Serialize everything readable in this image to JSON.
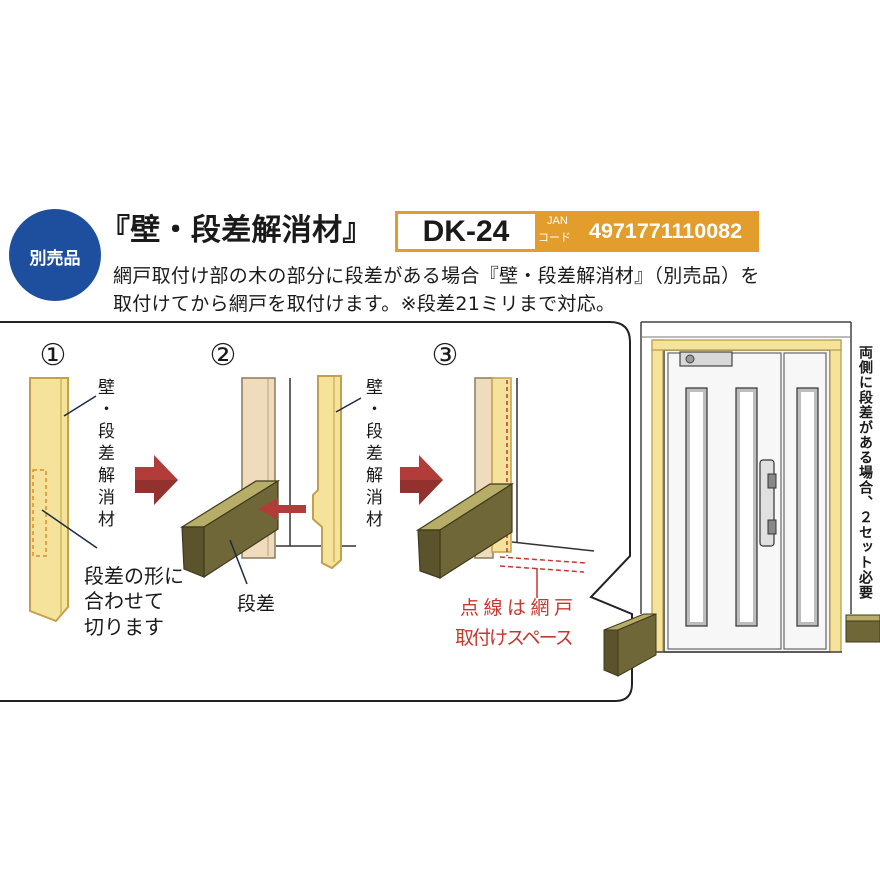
{
  "badge": {
    "label": "別売品"
  },
  "title": "『壁・段差解消材』",
  "product_code": {
    "model": "DK-24",
    "jan_label": "JAN",
    "code_label": "コード",
    "jan_code": "4971771110082"
  },
  "description": {
    "line1": "網戸取付け部の木の部分に段差がある場合『壁・段差解消材』（別売品）を",
    "line2": "取付けてから網戸を取付けます。※段差21ミリまで対応。"
  },
  "steps": [
    {
      "number": "①",
      "part_label": "壁・段差解消材",
      "note": [
        "段差の形に",
        "合わせて",
        "切ります"
      ]
    },
    {
      "number": "②",
      "part_label": "壁・段差解消材",
      "step_label": "段差"
    },
    {
      "number": "③",
      "note": [
        "点線は網戸",
        "取付けスペース"
      ]
    }
  ],
  "door_note": "両側に段差がある場合、２セット必要",
  "colors": {
    "badge_blue": "#1e4f9f",
    "accent_orange": "#e39d2c",
    "board_yellow": "#f6e39b",
    "post_tan": "#efdcbc",
    "step_olive": "#6f6737",
    "step_olive_light": "#b7ac68",
    "arrow_red": "#b23c39",
    "note_red": "#c8372f"
  }
}
